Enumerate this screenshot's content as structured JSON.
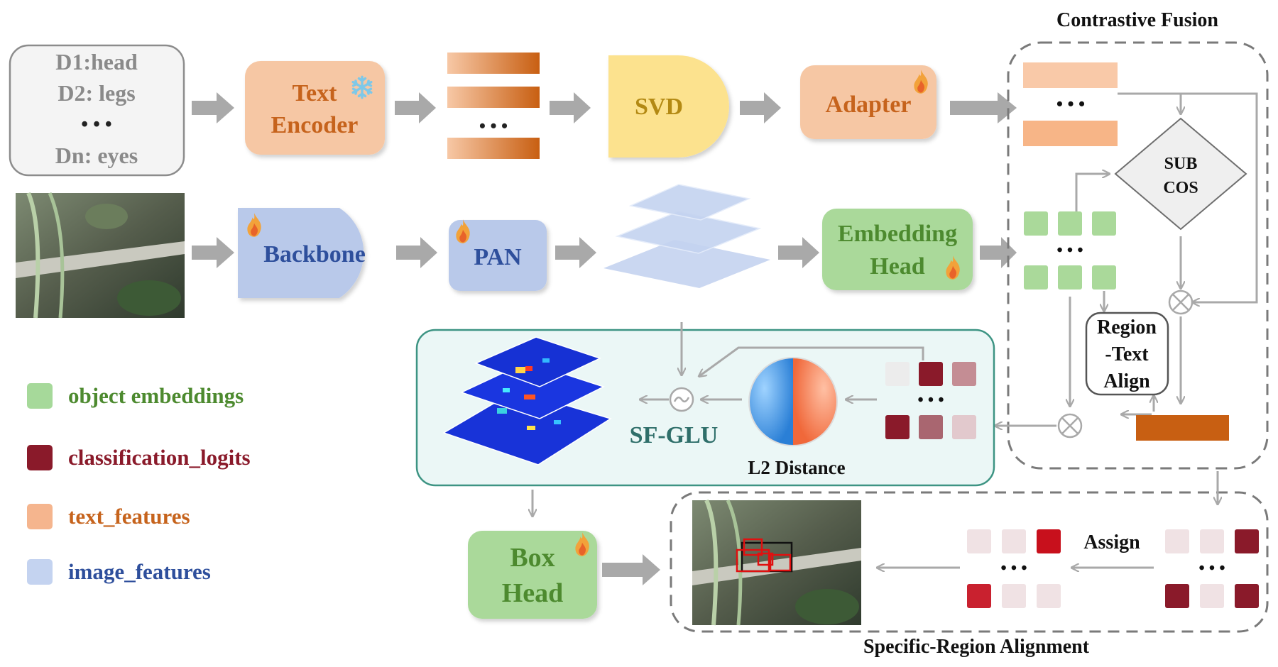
{
  "colors": {
    "text_box": "#f6c7a4",
    "text_ink": "#c6631c",
    "image_box": "#b9c9ea",
    "image_ink": "#2e4f9c",
    "embed_box": "#aad99a",
    "embed_ink": "#4d8a2f",
    "svd_box": "#fce28e",
    "svd_ink": "#b38913",
    "logit_dark": "#8a1a2a",
    "text_bar_dark": "#c85f12",
    "arrow": "#a9a9a9",
    "panel_border": "#3d9483",
    "panel_fill": "#ebf7f6"
  },
  "descriptors": {
    "line1": "D1:head",
    "line2": "D2: legs",
    "dots": "• • •",
    "line4": "Dn: eyes"
  },
  "blocks": {
    "text_encoder": [
      "Text",
      "Encoder"
    ],
    "svd": "SVD",
    "adapter": "Adapter",
    "backbone": "Backbone",
    "pan": "PAN",
    "embedding_head": [
      "Embedding",
      "Head"
    ],
    "box_head": [
      "Box",
      "Head"
    ],
    "sub_cos": [
      "SUB",
      "COS"
    ],
    "region_text_align": [
      "Region",
      "-Text",
      "Align"
    ]
  },
  "icons": {
    "frozen": "snowflake-icon",
    "trainable": "flame-icon",
    "multiply": "circled-times-icon",
    "gate": "circled-tilde-icon"
  },
  "labels": {
    "contrastive_fusion": "Contrastive Fusion",
    "specific_region_alignment": "Specific-Region Alignment",
    "sf_glu": "SF-GLU",
    "l2_distance": "L2 Distance",
    "assign": "Assign",
    "dots": "• • •"
  },
  "legend": [
    {
      "label": "object embeddings",
      "color": "#a6d99a",
      "ink": "#4d8a2f"
    },
    {
      "label": "classification_logits",
      "color": "#8a1a2a",
      "ink": "#8a1a2a"
    },
    {
      "label": "text_features",
      "color": "#f5b58e",
      "ink": "#c6631c"
    },
    {
      "label": "image_features",
      "color": "#c4d3f0",
      "ink": "#2e4f9c"
    }
  ]
}
